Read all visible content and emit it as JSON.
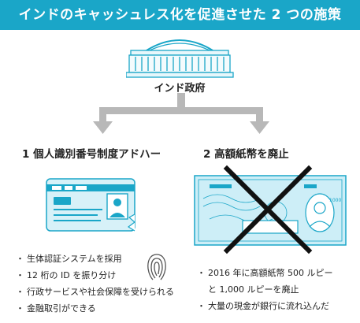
{
  "title": "インドのキャッシュレス化を促進させた 2 つの施策",
  "government": {
    "label": "インド政府",
    "icon": "parliament-building-icon"
  },
  "left": {
    "heading": "1  個人識別番号制度アドハー",
    "card_icon": "id-card-icon",
    "fingerprint_icon": "fingerprint-icon",
    "bullets": [
      "生体認証システムを採用",
      "12 桁の ID を振り分け",
      "行政サービスや社会保障を受けられる",
      "金融取引ができる"
    ]
  },
  "right": {
    "heading": "2  高額紙幣を廃止",
    "banknote_icon": "banknote-icon",
    "cross_icon": "cross-mark-icon",
    "banknote_value": "1000",
    "bullets": [
      {
        "line1": "2016 年に高額紙幣 500 ルピー",
        "line2": "と 1,000 ルピーを廃止"
      },
      {
        "line1": "大量の現金が銀行に流れ込んだ"
      }
    ]
  },
  "colors": {
    "accent": "#1aa6c8",
    "arrow": "#b8b8b8",
    "light_blue": "#cdeef7",
    "cross": "#111111"
  }
}
